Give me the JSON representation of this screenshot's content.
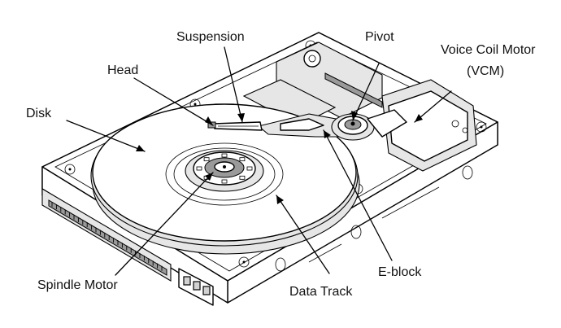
{
  "labels": {
    "suspension": "Suspension",
    "pivot": "Pivot",
    "vcm_line1": "Voice Coil Motor",
    "vcm_line2": "(VCM)",
    "head": "Head",
    "disk": "Disk",
    "spindle_motor": "Spindle Motor",
    "data_track": "Data Track",
    "e_block": "E-block"
  }
}
